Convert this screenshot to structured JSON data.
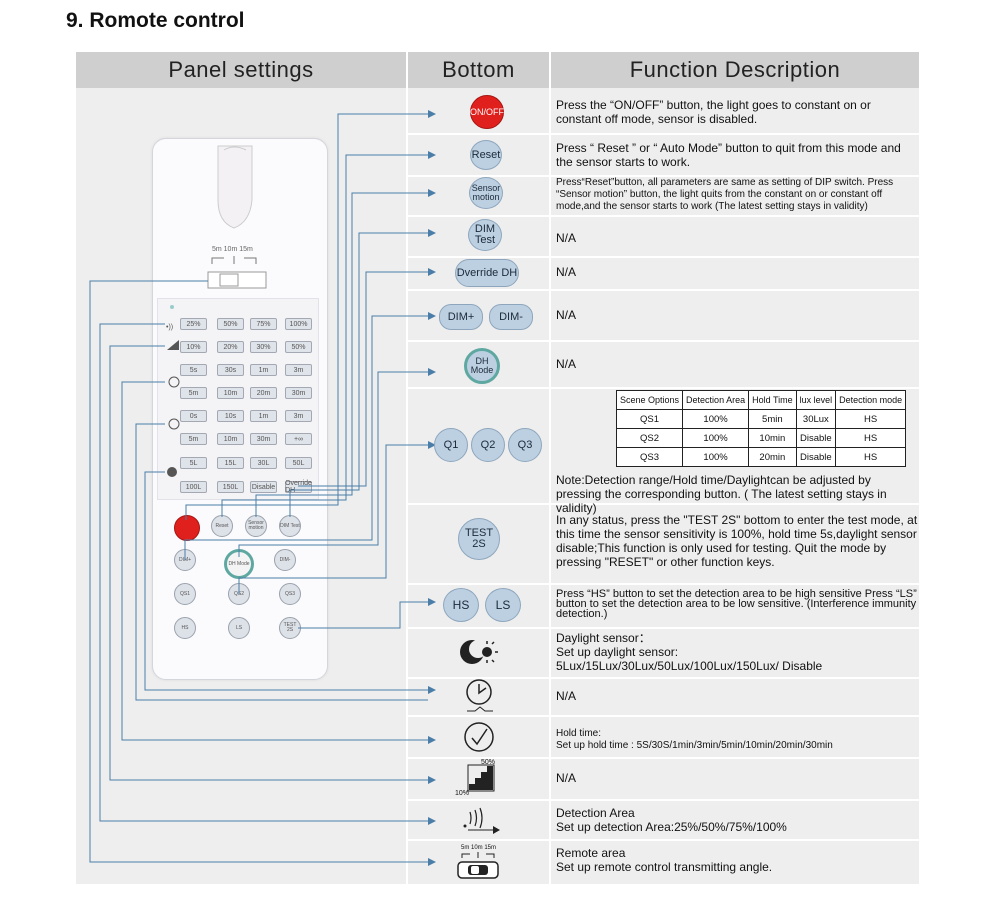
{
  "page_title": "9.  Romote control",
  "headers": {
    "panel": "Panel settings",
    "bottom": "Bottom",
    "function": "Function Description"
  },
  "buttons": {
    "onoff": "ON/OFF",
    "reset": "Reset",
    "sensor_motion": "Sensor motion",
    "dim_test": "DIM Test",
    "override_dh": "Dverride DH",
    "dim_plus": "DIM+",
    "dim_minus": "DIM-",
    "dh_mode": "DH Mode",
    "q1": "Q1",
    "q2": "Q2",
    "q3": "Q3",
    "test_2s": "TEST 2S",
    "hs": "HS",
    "ls": "LS"
  },
  "descriptions": {
    "onoff": "Press the “ON/OFF” button, the light goes to constant on or constant off mode, sensor is disabled.",
    "reset": "Press “ Reset ” or “ Auto Mode” button to quit from this mode and the sensor starts to work.",
    "sensor_motion": "Press“Reset”button, all parameters are same as setting of DIP switch. Press “Sensor motion” button, the light quits from the constant on or constant off mode,and the sensor starts to work (The latest setting stays in validity)",
    "dim_test": "N/A",
    "override_dh": "N/A",
    "dim": "N/A",
    "dh_mode": "N/A",
    "scene_note": "Note:Detection range/Hold time/Daylightcan be adjusted by pressing the corresponding button. ( The latest setting stays in validity)",
    "test_2s": "In any status, press the \"TEST 2S\" bottom to enter the test mode, at this time the sensor sensitivity is 100%, hold time 5s,daylight sensor disable;This function is only used for testing. Quit the mode by pressing \"RESET\" or other function keys.",
    "hs_ls": "Press “HS” button to set the detection area to be high sensitive Press “LS” button to set the detection area to be low sensitive. (Interference immunity detection.)",
    "daylight_1": "Daylight sensor：",
    "daylight_2": "Set up daylight sensor:",
    "daylight_3": "5Lux/15Lux/30Lux/50Lux/100Lux/150Lux/ Disable",
    "clock_na": "N/A",
    "hold_1": "Hold time:",
    "hold_2": "Set up hold time : 5S/30S/1min/3min/5min/10min/20min/30min",
    "stair_na": "N/A",
    "stair_top": "50%",
    "stair_bottom": "10%",
    "area_1": "Detection Area",
    "area_2": "Set up detection Area:25%/50%/75%/100%",
    "remote_1": "Remote area",
    "remote_2": "Set up remote control transmitting angle.",
    "angle_labels": "5m 10m 15m"
  },
  "scene_table": {
    "headers": [
      "Scene Options",
      "Detection Area",
      "Hold Time",
      "lux level",
      "Detection mode"
    ],
    "rows": [
      [
        "QS1",
        "100%",
        "5min",
        "30Lux",
        "HS"
      ],
      [
        "QS2",
        "100%",
        "10min",
        "Disable",
        "HS"
      ],
      [
        "QS3",
        "100%",
        "20min",
        "Disable",
        "HS"
      ]
    ]
  },
  "remote": {
    "angle": "5m  10m  15m",
    "rows": [
      [
        "25%",
        "50%",
        "75%",
        "100%"
      ],
      [
        "10%",
        "20%",
        "30%",
        "50%"
      ],
      [
        "5s",
        "30s",
        "1m",
        "3m"
      ],
      [
        "5m",
        "10m",
        "20m",
        "30m"
      ],
      [
        "0s",
        "10s",
        "1m",
        "3m"
      ],
      [
        "5m",
        "10m",
        "30m",
        "+∞"
      ],
      [
        "5L",
        "15L",
        "30L",
        "50L"
      ],
      [
        "100L",
        "150L",
        "Disable",
        "Override DH"
      ]
    ],
    "round1": [
      "",
      "Reset",
      "Sensor motion",
      "DIM Test"
    ],
    "round2": [
      "DIM+",
      "DH Mode",
      "DIM-"
    ],
    "round3": [
      "QS1",
      "QS2",
      "QS3"
    ],
    "round4": [
      "HS",
      "LS",
      "TEST 2S"
    ]
  },
  "colors": {
    "header": "#cfcfcf",
    "table_bg": "#eeeeee",
    "onoff": "#e0201c",
    "button": "#bcd0e2",
    "line": "#4a7ea8"
  }
}
